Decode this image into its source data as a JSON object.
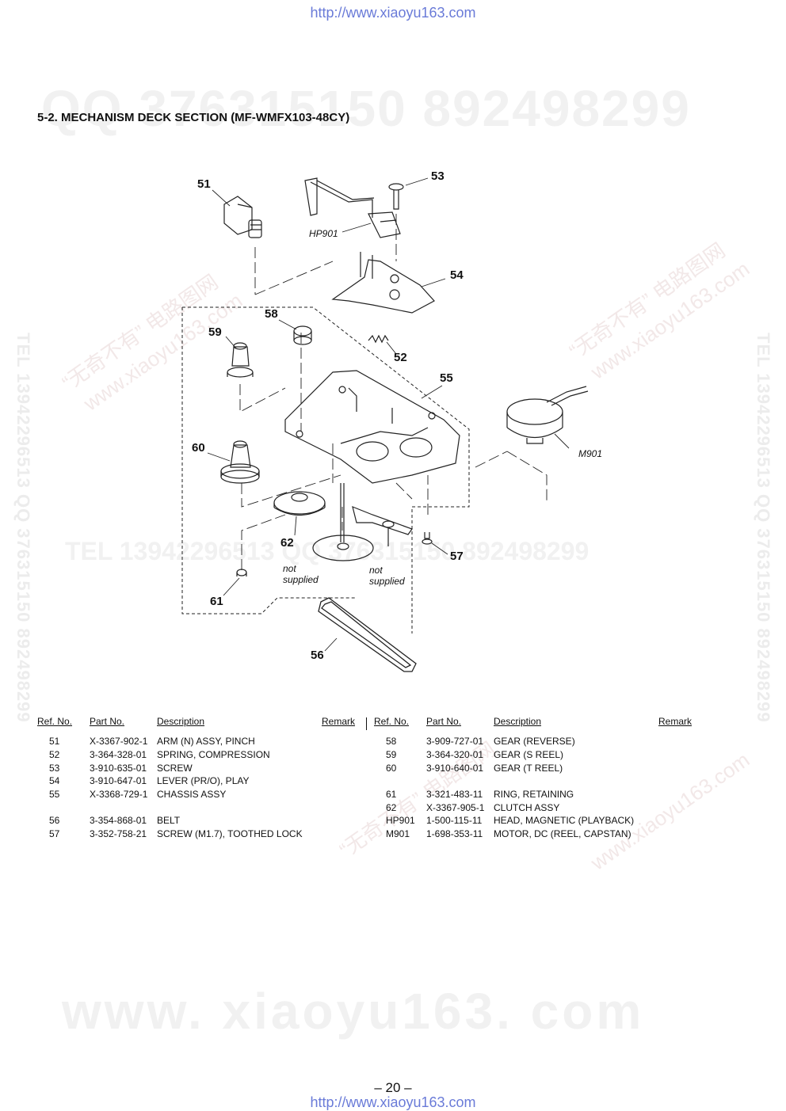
{
  "header": {
    "url_top": "http://www.xiaoyu163.com",
    "url_bottom": "http://www.xiaoyu163.com"
  },
  "watermarks": {
    "top": "QQ 376315150   892498299",
    "middle": "TEL 13942296513 QQ 376315150 892498299",
    "bottom": "www. xiaoyu163. com",
    "side_left": "TEL 13942296513  QQ 376315150  892498299",
    "side_right": "TEL 13942296513  QQ 376315150  892498299",
    "diag_1": "“无奇不有” 电路图网",
    "diag_2": "www.xiaoyu163.com"
  },
  "section_title": "5-2. MECHANISM DECK SECTION (MF-WMFX103-48CY)",
  "diagram": {
    "callouts": [
      "51",
      "53",
      "54",
      "58",
      "59",
      "52",
      "55",
      "60",
      "62",
      "57",
      "61",
      "56"
    ],
    "labels": {
      "hp901": "HP901",
      "m901": "M901",
      "not_supplied_1a": "not",
      "not_supplied_1b": "supplied",
      "not_supplied_2a": "not",
      "not_supplied_2b": "supplied"
    }
  },
  "table": {
    "headers": {
      "ref": "Ref. No.",
      "part": "Part No.",
      "desc": "Description",
      "remark": "Remark"
    },
    "left": [
      {
        "ref": "51",
        "part": "X-3367-902-1",
        "desc": "ARM (N) ASSY, PINCH"
      },
      {
        "ref": "52",
        "part": "3-364-328-01",
        "desc": "SPRING, COMPRESSION"
      },
      {
        "ref": "53",
        "part": "3-910-635-01",
        "desc": "SCREW"
      },
      {
        "ref": "54",
        "part": "3-910-647-01",
        "desc": "LEVER (PR/O), PLAY"
      },
      {
        "ref": "55",
        "part": "X-3368-729-1",
        "desc": "CHASSIS ASSY"
      },
      {
        "ref": "56",
        "part": "3-354-868-01",
        "desc": "BELT"
      },
      {
        "ref": "57",
        "part": "3-352-758-21",
        "desc": "SCREW (M1.7), TOOTHED LOCK"
      }
    ],
    "right": [
      {
        "ref": "58",
        "part": "3-909-727-01",
        "desc": "GEAR (REVERSE)"
      },
      {
        "ref": "59",
        "part": "3-364-320-01",
        "desc": "GEAR (S REEL)"
      },
      {
        "ref": "60",
        "part": "3-910-640-01",
        "desc": "GEAR (T REEL)"
      },
      {
        "ref": "61",
        "part": "3-321-483-11",
        "desc": "RING, RETAINING"
      },
      {
        "ref": "62",
        "part": "X-3367-905-1",
        "desc": "CLUTCH ASSY"
      },
      {
        "ref": "HP901",
        "part": "1-500-115-11",
        "desc": "HEAD, MAGNETIC (PLAYBACK)"
      },
      {
        "ref": "M901",
        "part": "1-698-353-11",
        "desc": "MOTOR, DC (REEL, CAPSTAN)"
      }
    ]
  },
  "page_number": "– 20 –"
}
